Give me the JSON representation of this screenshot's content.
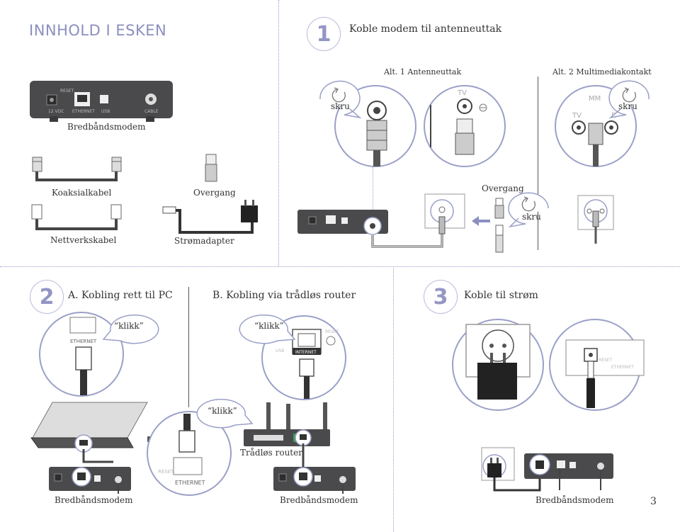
{
  "header": {
    "box_contents_title": "INNHOLD I ESKEN"
  },
  "box_contents": {
    "modem_label": "Bredbåndsmodem",
    "modem_ports": [
      "12 VDC",
      "RESET",
      "ETHERNET",
      "USB",
      "CABLE"
    ],
    "coax_label": "Koaksialkabel",
    "adapter_label": "Overgang",
    "network_cable_label": "Nettverkskabel",
    "power_adapter_label": "Strømadapter"
  },
  "step1": {
    "number": "1",
    "title": "Koble modem til antenneuttak",
    "alt1_label": "Alt. 1 Antenneuttak",
    "alt2_label": "Alt. 2 Multimediakontakt",
    "twist_label": "skru",
    "tv_label": "TV",
    "mm_label": "MM",
    "r_label": "R",
    "adapter_label": "Overgang"
  },
  "step2": {
    "number": "2",
    "option_a_title": "A. Kobling rett til PC",
    "option_b_title": "B. Kobling via trådløs  router",
    "click_label": "“klikk”",
    "ethernet_label": "ETHERNET",
    "internet_label": "INTERNET",
    "reset_label": "RESET",
    "usb_label": "USB",
    "router_label": "Trådløs router",
    "modem_label": "Bredbåndsmodem"
  },
  "step3": {
    "number": "3",
    "title": "Koble til strøm",
    "modem_label": "Bredbåndsmodem"
  },
  "page_number": "3"
}
